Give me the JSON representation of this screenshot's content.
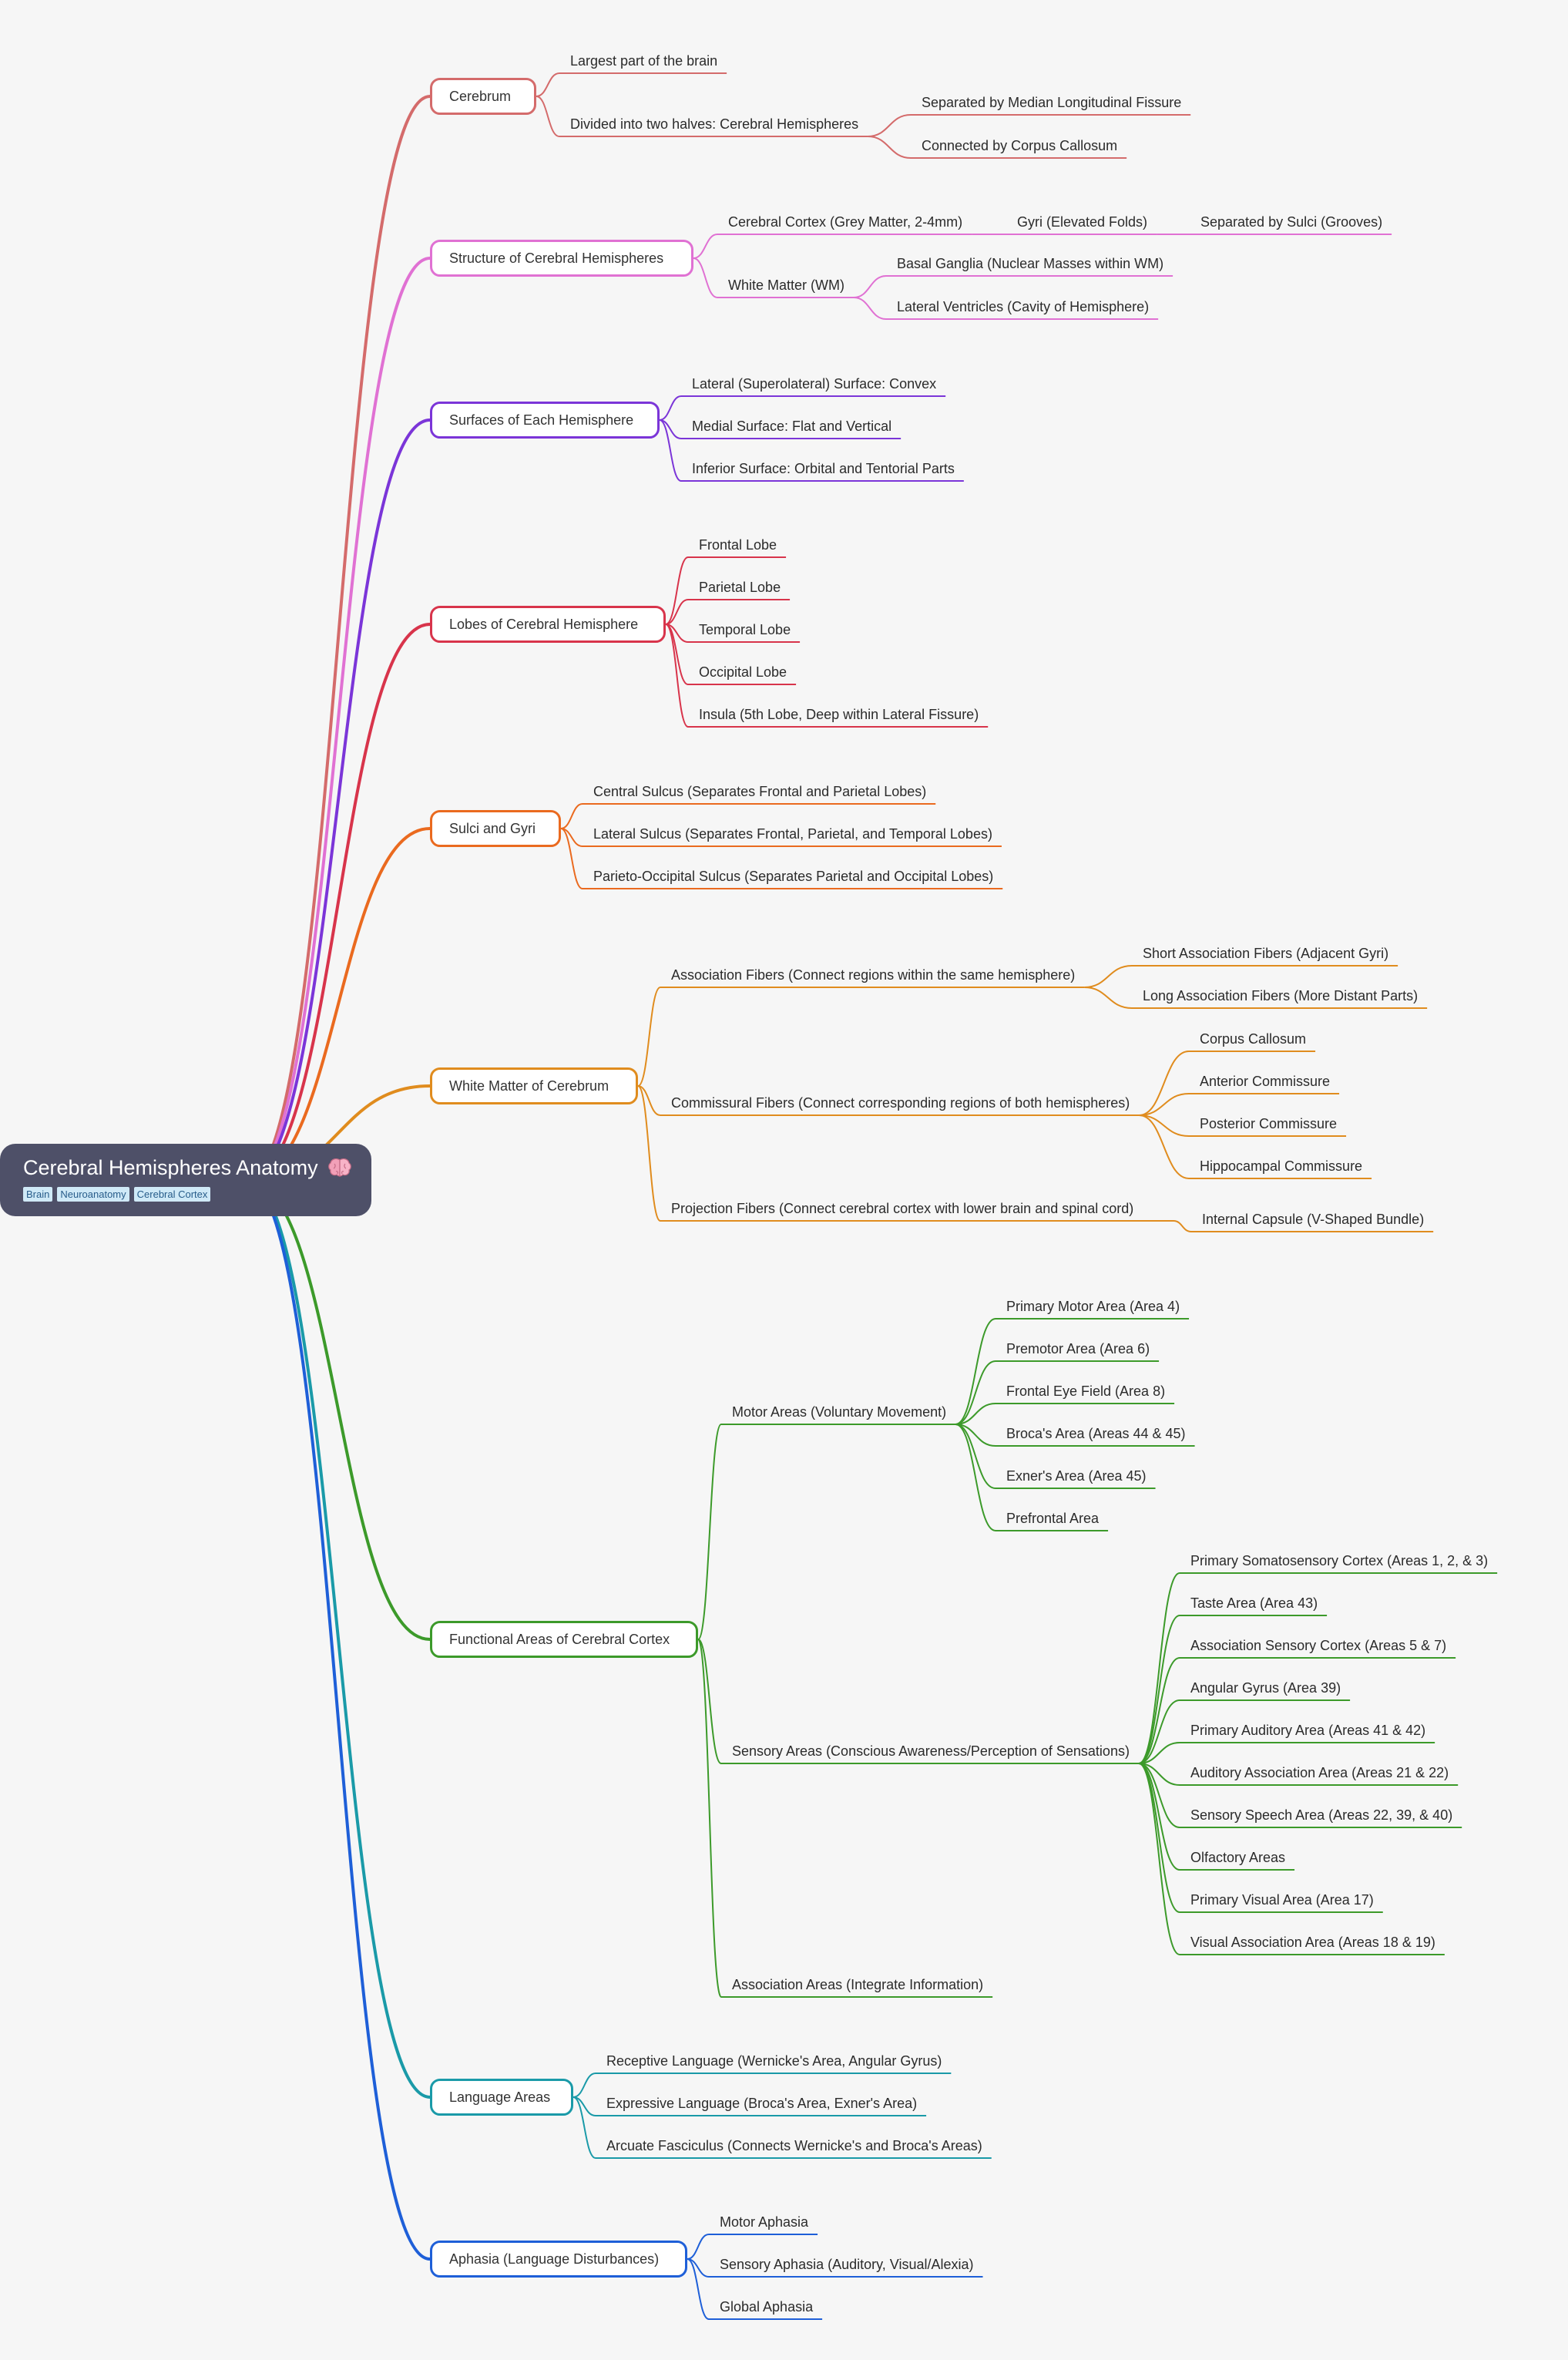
{
  "root": {
    "title": "Cerebral Hemispheres Anatomy",
    "emoji_icon": "brain-icon",
    "tags": [
      "Brain",
      "Neuroanatomy",
      "Cerebral Cortex"
    ]
  },
  "branches": [
    {
      "label": "Cerebrum",
      "color": "#d46b6b",
      "children": [
        {
          "label": "Largest part of the brain"
        },
        {
          "label": "Divided into two halves: Cerebral Hemispheres",
          "children": [
            {
              "label": "Separated by Median Longitudinal Fissure"
            },
            {
              "label": "Connected by Corpus Callosum"
            }
          ]
        }
      ]
    },
    {
      "label": "Structure of Cerebral Hemispheres",
      "color": "#e071d3",
      "children": [
        {
          "label": "Cerebral Cortex (Grey Matter, 2-4mm)",
          "children": [
            {
              "label": "Gyri (Elevated Folds)",
              "children": [
                {
                  "label": "Separated by Sulci (Grooves)"
                }
              ]
            }
          ]
        },
        {
          "label": "White Matter (WM)",
          "children": [
            {
              "label": "Basal Ganglia (Nuclear Masses within WM)"
            },
            {
              "label": "Lateral Ventricles (Cavity of Hemisphere)"
            }
          ]
        }
      ]
    },
    {
      "label": "Surfaces of Each Hemisphere",
      "color": "#7b35d8",
      "children": [
        {
          "label": "Lateral (Superolateral) Surface: Convex"
        },
        {
          "label": "Medial Surface: Flat and Vertical"
        },
        {
          "label": "Inferior Surface: Orbital and Tentorial Parts"
        }
      ]
    },
    {
      "label": "Lobes of Cerebral Hemisphere",
      "color": "#d8344b",
      "children": [
        {
          "label": "Frontal Lobe"
        },
        {
          "label": "Parietal Lobe"
        },
        {
          "label": "Temporal Lobe"
        },
        {
          "label": "Occipital Lobe"
        },
        {
          "label": "Insula (5th Lobe, Deep within Lateral Fissure)"
        }
      ]
    },
    {
      "label": "Sulci and Gyri",
      "color": "#ea6a1f",
      "children": [
        {
          "label": "Central Sulcus (Separates Frontal and Parietal Lobes)"
        },
        {
          "label": "Lateral Sulcus (Separates Frontal, Parietal, and Temporal Lobes)"
        },
        {
          "label": "Parieto-Occipital Sulcus (Separates Parietal and Occipital Lobes)"
        }
      ]
    },
    {
      "label": "White Matter of Cerebrum",
      "color": "#e08c1e",
      "children": [
        {
          "label": "Association Fibers (Connect regions within the same hemisphere)",
          "children": [
            {
              "label": "Short Association Fibers (Adjacent Gyri)"
            },
            {
              "label": "Long Association Fibers (More Distant Parts)"
            }
          ]
        },
        {
          "label": "Commissural Fibers (Connect corresponding regions of both hemispheres)",
          "children": [
            {
              "label": "Corpus Callosum"
            },
            {
              "label": "Anterior Commissure"
            },
            {
              "label": "Posterior Commissure"
            },
            {
              "label": "Hippocampal Commissure"
            }
          ]
        },
        {
          "label": "Projection Fibers (Connect cerebral cortex with lower brain and spinal cord)",
          "children": [
            {
              "label": "Internal Capsule (V-Shaped Bundle)"
            }
          ]
        }
      ]
    },
    {
      "label": "Functional Areas of Cerebral Cortex",
      "color": "#3c9a2a",
      "children": [
        {
          "label": "Motor Areas (Voluntary Movement)",
          "children": [
            {
              "label": "Primary Motor Area (Area 4)"
            },
            {
              "label": "Premotor Area (Area 6)"
            },
            {
              "label": "Frontal Eye Field (Area 8)"
            },
            {
              "label": "Broca's Area (Areas 44 & 45)"
            },
            {
              "label": "Exner's Area (Area 45)"
            },
            {
              "label": "Prefrontal Area"
            }
          ]
        },
        {
          "label": "Sensory Areas (Conscious Awareness/Perception of Sensations)",
          "children": [
            {
              "label": "Primary Somatosensory Cortex (Areas 1, 2, & 3)"
            },
            {
              "label": "Taste Area (Area 43)"
            },
            {
              "label": "Association Sensory Cortex (Areas 5 & 7)"
            },
            {
              "label": "Angular Gyrus (Area 39)"
            },
            {
              "label": "Primary Auditory Area (Areas 41 & 42)"
            },
            {
              "label": "Auditory Association Area (Areas 21 & 22)"
            },
            {
              "label": "Sensory Speech Area (Areas 22, 39, & 40)"
            },
            {
              "label": "Olfactory Areas"
            },
            {
              "label": "Primary Visual Area (Area 17)"
            },
            {
              "label": "Visual Association Area (Areas 18 & 19)"
            }
          ]
        },
        {
          "label": "Association Areas (Integrate Information)"
        }
      ]
    },
    {
      "label": "Language Areas",
      "color": "#1a9aa8",
      "children": [
        {
          "label": "Receptive Language (Wernicke's Area, Angular Gyrus)"
        },
        {
          "label": "Expressive Language (Broca's Area, Exner's Area)"
        },
        {
          "label": "Arcuate Fasciculus (Connects Wernicke's and Broca's Areas)"
        }
      ]
    },
    {
      "label": "Aphasia (Language Disturbances)",
      "color": "#1e5fd8",
      "children": [
        {
          "label": "Motor Aphasia"
        },
        {
          "label": "Sensory Aphasia (Auditory, Visual/Alexia)"
        },
        {
          "label": "Global Aphasia"
        }
      ]
    }
  ]
}
